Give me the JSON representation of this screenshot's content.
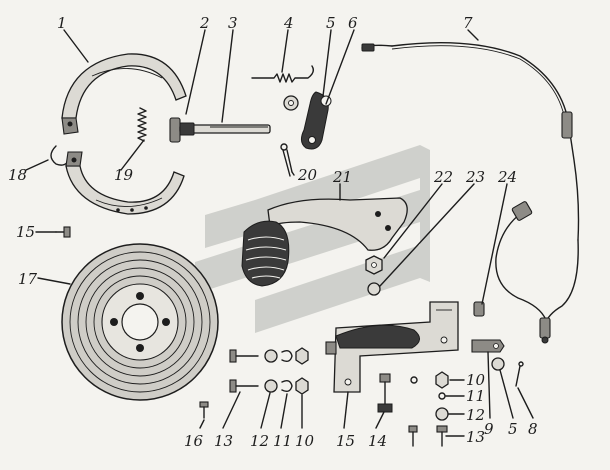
{
  "callouts": {
    "c1": "1",
    "c2": "2",
    "c3": "3",
    "c4": "4",
    "c5": "5",
    "c6": "6",
    "c7": "7",
    "c18": "18",
    "c19": "19",
    "c20": "20",
    "c21": "21",
    "c22": "22",
    "c23": "23",
    "c24": "24",
    "c15a": "15",
    "c17": "17",
    "c16": "16",
    "c13a": "13",
    "c12a": "12",
    "c11a": "11",
    "c10a": "10",
    "c15b": "15",
    "c14": "14",
    "c13b": "13",
    "c12b": "12",
    "c11b": "11",
    "c10b": "10",
    "c9": "9",
    "c5b": "5",
    "c8": "8"
  },
  "colors": {
    "ink": "#1d1d1d",
    "paper": "#f4f3ef",
    "watermark": "#c9cbc6"
  },
  "watermark": "stylized-logo"
}
